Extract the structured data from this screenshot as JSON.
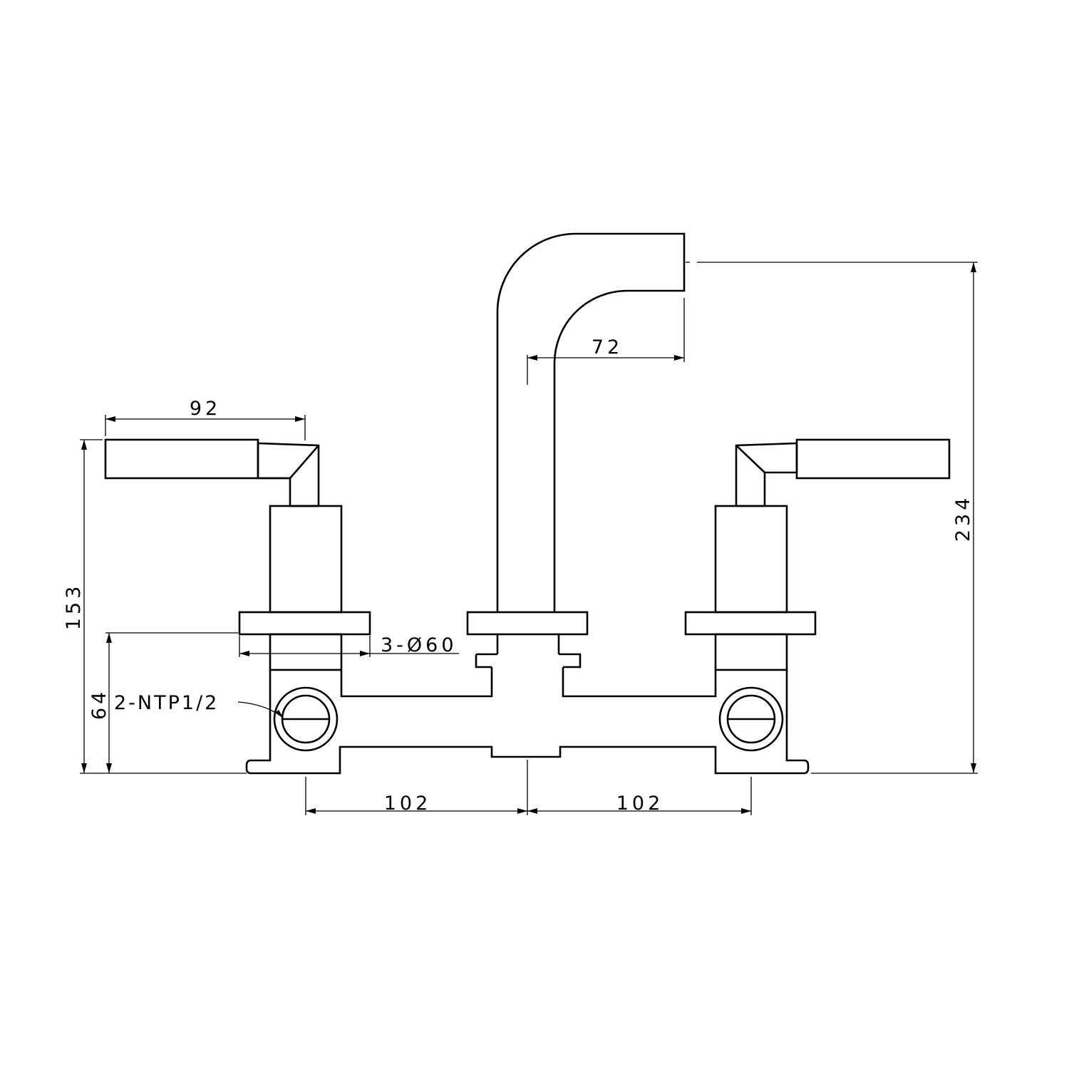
{
  "drawing": {
    "background": "#ffffff",
    "line_color": "#000000",
    "dimensions": {
      "handle_length": "92",
      "spout_reach": "72",
      "overall_height": "234",
      "handle_height": "153",
      "inlet_height": "64",
      "hole_diameter": "3-Ø60",
      "inlet_thread": "2-NTP1/2",
      "left_spacing": "102",
      "right_spacing": "102"
    }
  }
}
